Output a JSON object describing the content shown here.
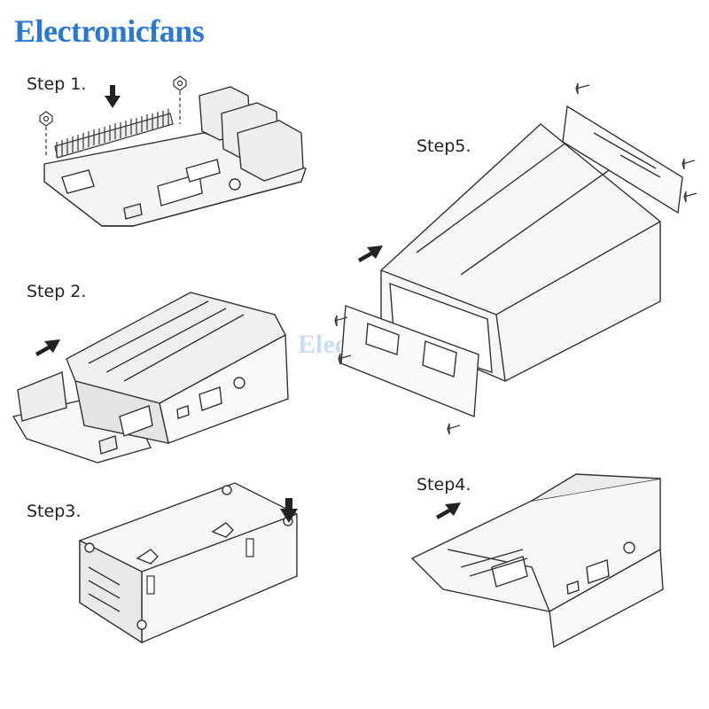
{
  "brand": {
    "name": "Electronicfans",
    "color": "#2a78d6"
  },
  "steps": {
    "step1": "Step 1.",
    "step2": "Step 2.",
    "step3": "Step3.",
    "step4": "Step4.",
    "step5": "Step5."
  },
  "watermark": "Electronicfans",
  "colors": {
    "line": "#333333",
    "metal": "#f1f1f1",
    "shadow": "#d8d8d8"
  },
  "icons": [
    "down-arrow-icon",
    "right-arrow-icon",
    "screw-icon",
    "nut-icon"
  ]
}
